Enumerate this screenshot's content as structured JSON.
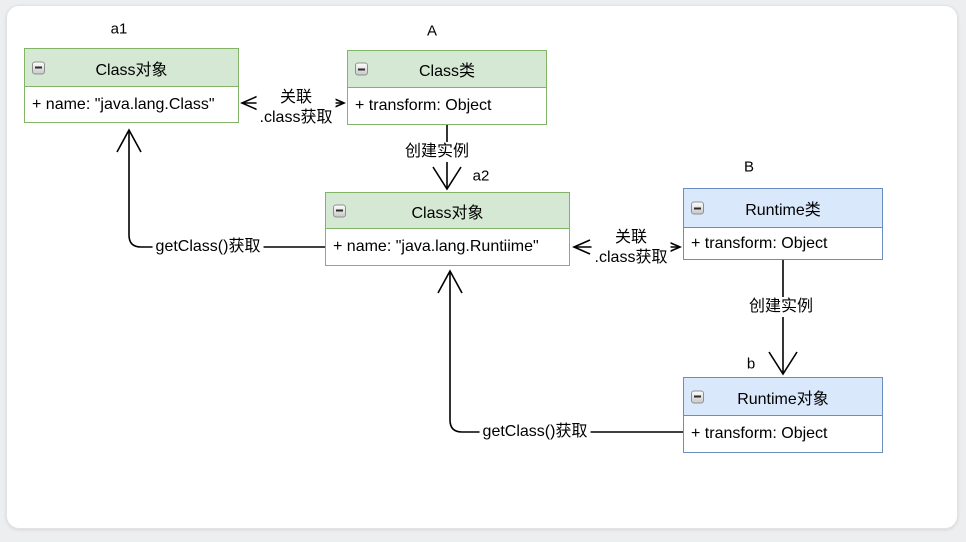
{
  "diagram": {
    "nodes": {
      "a1": {
        "ref": "a1",
        "title": "Class对象",
        "attr": "+ name: \"java.lang.Class\""
      },
      "A": {
        "ref": "A",
        "title": "Class类",
        "attr": "+ transform: Object"
      },
      "a2": {
        "ref": "a2",
        "title": "Class对象",
        "attr": "+ name: \"java.lang.Runtiime\""
      },
      "B": {
        "ref": "B",
        "title": "Runtime类",
        "attr": "+ transform: Object"
      },
      "b": {
        "ref": "b",
        "title": "Runtime对象",
        "attr": "+ transform: Object"
      }
    },
    "edges": {
      "assoc1": {
        "line1": "关联",
        "line2": ".class获取"
      },
      "create1": {
        "label": "创建实例"
      },
      "assoc2": {
        "line1": "关联",
        "line2": ".class获取"
      },
      "create2": {
        "label": "创建实例"
      },
      "getclass1": {
        "label": "getClass()获取"
      },
      "getclass2": {
        "label": "getClass()获取"
      }
    },
    "icons": {
      "collapse": "minus-in-square"
    },
    "colors": {
      "green_fill": "#d5e8d4",
      "green_stroke": "#82b366",
      "blue_fill": "#dae8fc",
      "blue_stroke": "#6c8ebf",
      "edge": "#000000",
      "canvas": "#ffffff",
      "page_background": "#edeef0"
    }
  }
}
